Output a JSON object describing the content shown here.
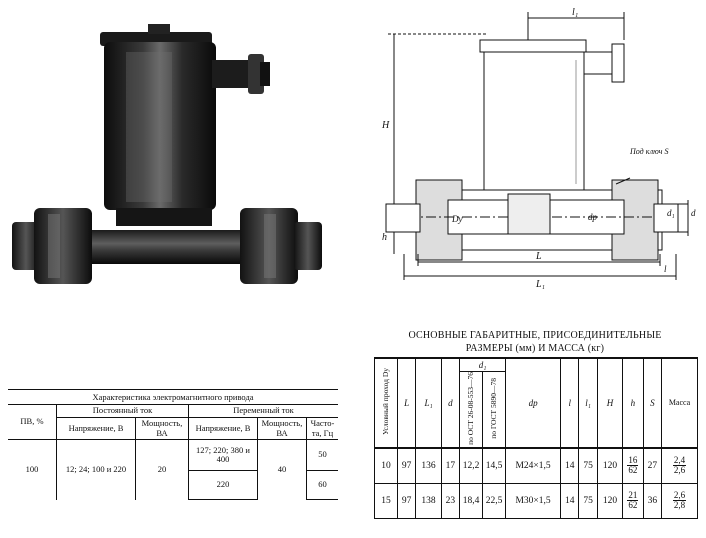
{
  "em_table": {
    "title": "Характеристика электромагнитного привода",
    "pv_header": "ПВ, %",
    "dc_header": "Постоянный ток",
    "ac_header": "Переменный ток",
    "col_voltage": "Напряжение, В",
    "col_power": "Мощность, ВА",
    "col_freq": "Часто-та, Гц",
    "pv_value": "100",
    "dc_voltage": "12; 24; 100 и 220",
    "dc_power": "20",
    "ac_voltage_1": "127; 220; 380 и 400",
    "ac_voltage_2": "220",
    "ac_power": "40",
    "ac_freq_1": "50",
    "ac_freq_2": "60"
  },
  "dim_table": {
    "title_line1": "ОСНОВНЫЕ ГАБАРИТНЫЕ, ПРИСОЕДИНИТЕЛЬНЫЕ",
    "title_line2": "РАЗМЕРЫ (мм) И МАССА (кг)",
    "h_dy": "Условный проход Dу",
    "h_L": "L",
    "h_L1": "L₁",
    "h_d": "d",
    "h_d1": "d₁",
    "h_d1_ost": "по ОСТ 26-08-553—76",
    "h_d1_gost": "по ГОСТ 5890—78",
    "h_dp": "dр",
    "h_l": "l",
    "h_l1": "l₁",
    "h_H": "H",
    "h_h": "h",
    "h_S": "S",
    "h_mass": "Масса",
    "rows": [
      {
        "dy": "10",
        "L": "97",
        "L1": "136",
        "d": "17",
        "d1a": "12,2",
        "d1b": "14,5",
        "dp": "М24×1,5",
        "l": "14",
        "l1": "75",
        "H": "120",
        "h_top": "16",
        "h_bot": "62",
        "S": "27",
        "m_top": "2,4",
        "m_bot": "2,6"
      },
      {
        "dy": "15",
        "L": "97",
        "L1": "138",
        "d": "23",
        "d1a": "18,4",
        "d1b": "22,5",
        "dp": "М30×1,5",
        "l": "14",
        "l1": "75",
        "H": "120",
        "h_top": "21",
        "h_bot": "62",
        "S": "36",
        "m_top": "2,6",
        "m_bot": "2,8"
      }
    ]
  },
  "drawing": {
    "l1": "l₁",
    "H": "H",
    "h": "h",
    "wrench": "Под ключ S",
    "Dy": "Dу",
    "dp": "dр",
    "d1": "d₁",
    "d": "d",
    "L": "L",
    "L1": "L₁",
    "l": "l"
  }
}
